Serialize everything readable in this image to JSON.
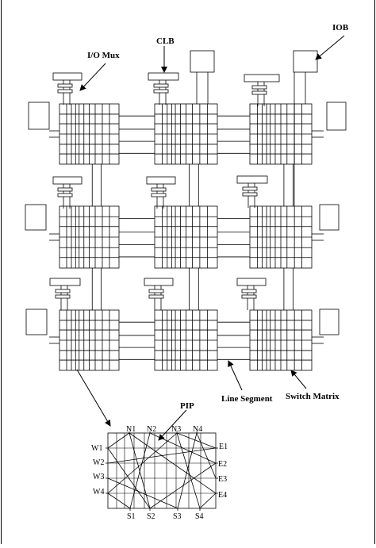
{
  "labels": {
    "io_mux": "I/O Mux",
    "clb": "CLB",
    "iob": "IOB",
    "line_segment": "Line Segment",
    "switch_matrix": "Switch Matrix",
    "pip": "PIP"
  },
  "detail_pins": {
    "north": [
      "N1",
      "N2",
      "N3",
      "N4"
    ],
    "south": [
      "S1",
      "S2",
      "S3",
      "S4"
    ],
    "west": [
      "W1",
      "W2",
      "W3",
      "W4"
    ],
    "east": [
      "E1",
      "E2",
      "E3",
      "E4"
    ]
  },
  "colors": {
    "stroke": "#000000",
    "background": "#ffffff"
  }
}
